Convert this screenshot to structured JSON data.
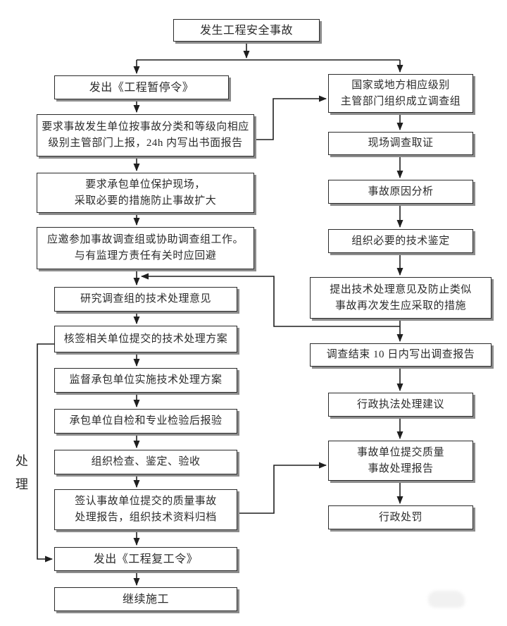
{
  "diagram": {
    "side_label": "处\n理",
    "nodes": {
      "start": {
        "label": "发生工程安全事故"
      },
      "b2": {
        "label": "发出《工程暂停令》"
      },
      "b3": {
        "label": "要求事故发生单位按事故分类和等级向相应\n级别主管部门上报，24h 内写出书面报告"
      },
      "b4": {
        "label": "要求承包单位保护现场，\n采取必要的措施防止事故扩大"
      },
      "b5": {
        "label": "应邀参加事故调查组或协助调查组工作。\n与有监理方责任有关时应回避"
      },
      "b6": {
        "label": "研究调查组的技术处理意见"
      },
      "b7": {
        "label": "核签相关单位提交的技术处理方案"
      },
      "b8": {
        "label": "监督承包单位实施技术处理方案"
      },
      "b9": {
        "label": "承包单位自检和专业检验后报验"
      },
      "b10": {
        "label": "组织检查、鉴定、验收"
      },
      "b11": {
        "label": "签认事故单位提交的质量事故\n处理报告，组织技术资料归档"
      },
      "b12": {
        "label": "发出《工程复工令》"
      },
      "b13": {
        "label": "继续施工"
      },
      "r1": {
        "label": "国家或地方相应级别\n主管部门组织成立调查组"
      },
      "r2": {
        "label": "现场调查取证"
      },
      "r3": {
        "label": "事故原因分析"
      },
      "r4": {
        "label": "组织必要的技术鉴定"
      },
      "r5": {
        "label": "提出技术处理意见及防止类似\n事故再次发生应采取的措施"
      },
      "r6": {
        "label": "调查结束 10 日内写出调查报告"
      },
      "r7": {
        "label": "行政执法处理建议"
      },
      "r8": {
        "label": "事故单位提交质量\n事故处理报告"
      },
      "r9": {
        "label": "行政处罚"
      }
    },
    "colors": {
      "line": "#1f1f1f",
      "box_border": "#2a2a2a",
      "box_shadow": "#8c8c8c",
      "text": "#2b2b2b",
      "background": "#ffffff"
    }
  }
}
